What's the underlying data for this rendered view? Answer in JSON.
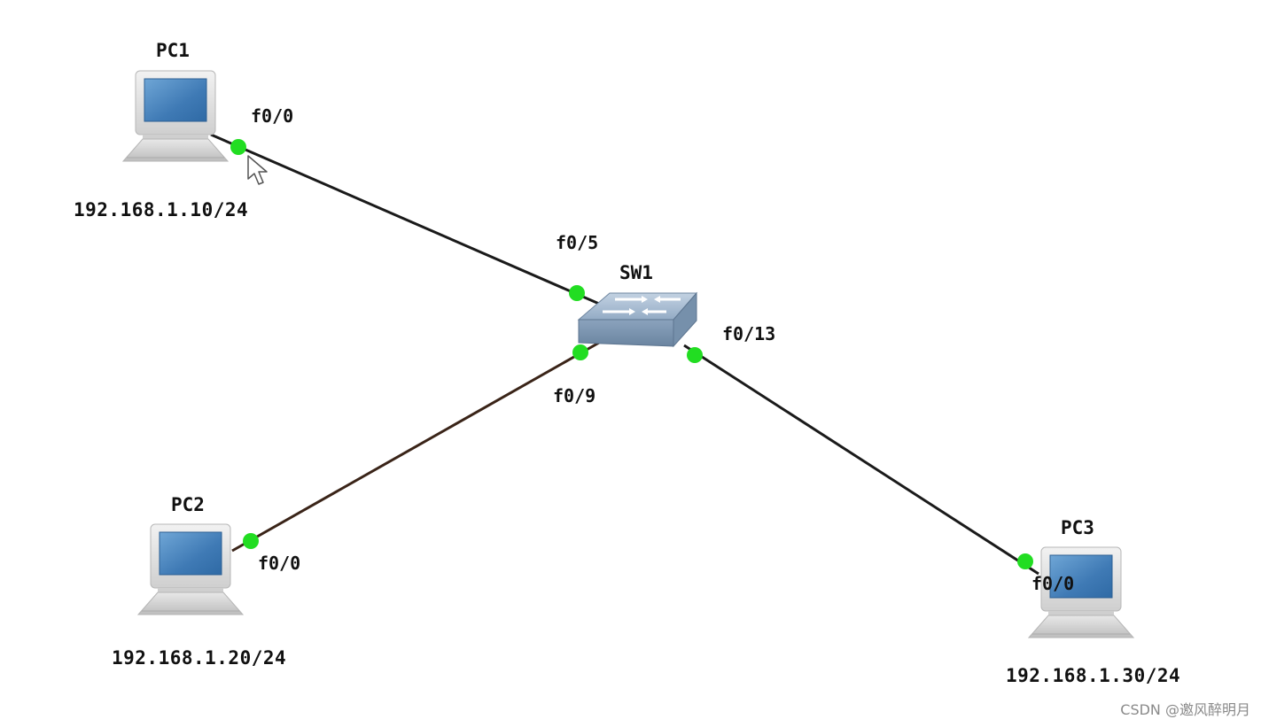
{
  "nodes": {
    "pc1": {
      "name": "PC1",
      "ip": "192.168.1.10/24",
      "port": "f0/0"
    },
    "pc2": {
      "name": "PC2",
      "ip": "192.168.1.20/24",
      "port": "f0/0"
    },
    "pc3": {
      "name": "PC3",
      "ip": "192.168.1.30/24",
      "port": "f0/0"
    },
    "sw1": {
      "name": "SW1",
      "ports": {
        "to_pc1": "f0/5",
        "to_pc2": "f0/9",
        "to_pc3": "f0/13"
      }
    }
  },
  "links": [
    {
      "from": "PC1",
      "from_port": "f0/0",
      "to": "SW1",
      "to_port": "f0/5"
    },
    {
      "from": "PC2",
      "from_port": "f0/0",
      "to": "SW1",
      "to_port": "f0/9"
    },
    {
      "from": "PC3",
      "from_port": "f0/0",
      "to": "SW1",
      "to_port": "f0/13"
    }
  ],
  "colors": {
    "link": "#1a1a1a",
    "link_pc2": "#3a2418",
    "port_dot": "#22dd22",
    "screen": "#4a86bf",
    "switch_top": "#a9bdd2",
    "switch_front": "#7f98b3"
  },
  "watermark": "CSDN @邀风醉明月"
}
